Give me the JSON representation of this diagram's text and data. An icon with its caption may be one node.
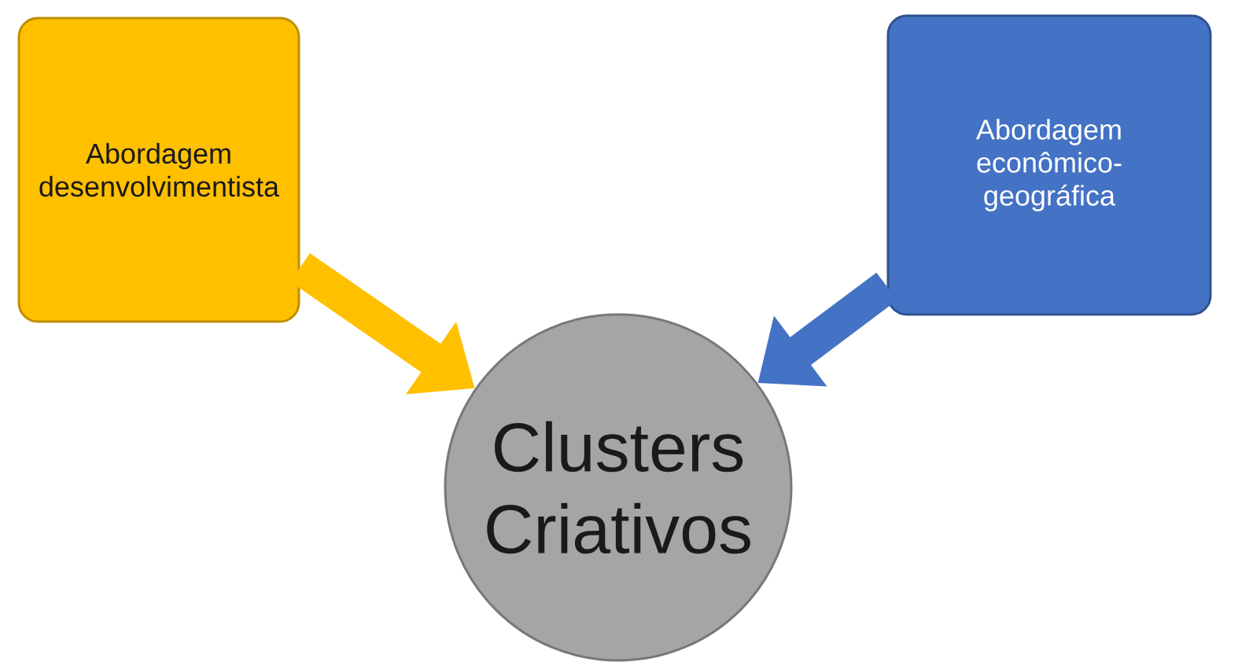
{
  "diagram": {
    "nodes": [
      {
        "text": [
          "Abordagem desenvolvimentista"
        ]
      },
      {
        "text": [
          "Abordagem econômico- geográfica"
        ]
      },
      {
        "text": [
          "Clusters Criativos"
        ]
      }
    ],
    "edges": [
      {
        "from": 0,
        "to": 2,
        "arrow": "to",
        "color": "#ffc000"
      },
      {
        "from": 1,
        "to": 2,
        "arrow": "to",
        "color": "#4472c4"
      }
    ]
  }
}
